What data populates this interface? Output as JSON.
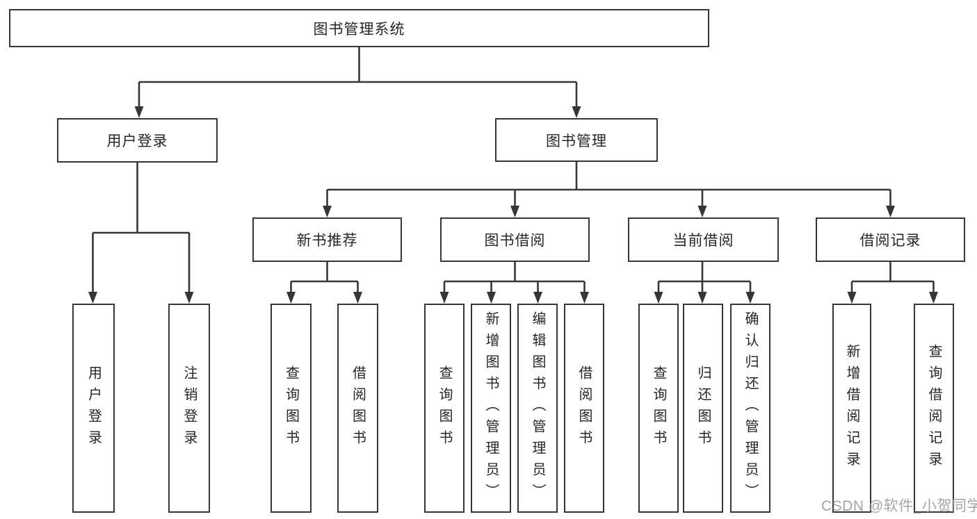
{
  "diagram": {
    "root": "图书管理系统",
    "branches": [
      {
        "label": "用户登录",
        "leaves": [
          "用户登录",
          "注销登录"
        ]
      },
      {
        "label": "图书管理",
        "sections": [
          {
            "label": "新书推荐",
            "leaves": [
              "查询图书",
              "借阅图书"
            ]
          },
          {
            "label": "图书借阅",
            "leaves": [
              "查询图书",
              "新增图书（管理员）",
              "编辑图书（管理员）",
              "借阅图书"
            ]
          },
          {
            "label": "当前借阅",
            "leaves": [
              "查询图书",
              "归还图书",
              "确认归还（管理员）"
            ]
          },
          {
            "label": "借阅记录",
            "leaves": [
              "新增借阅记录",
              "查询借阅记录"
            ]
          }
        ]
      }
    ]
  },
  "watermark": {
    "text": "CSDN @软件_小贺同学"
  },
  "colors": {
    "line": "#363636",
    "box_border": "#363636",
    "text": "#262626",
    "watermark": "#9b9b9b",
    "background": "#ffffff"
  }
}
